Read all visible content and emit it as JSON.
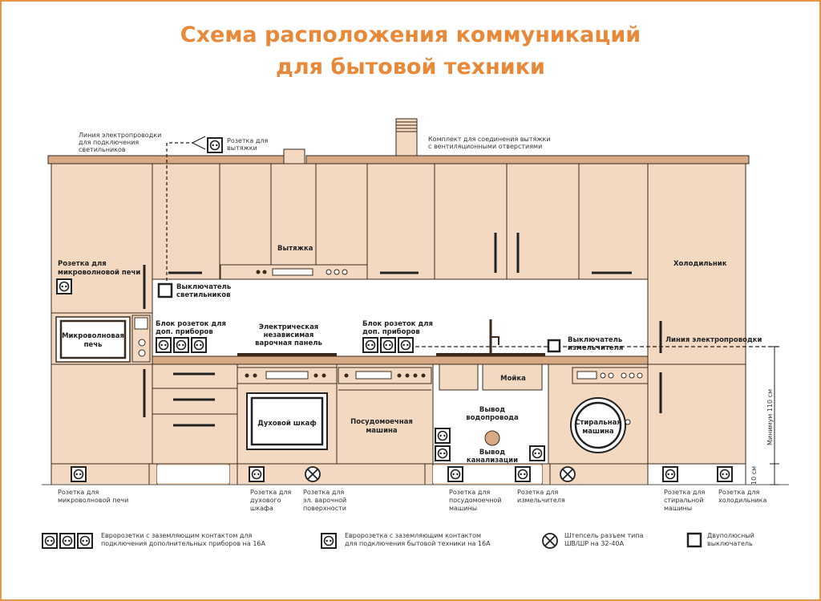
{
  "title": {
    "line1": "Схема расположения коммуникаций",
    "line2": "для бытовой техники"
  },
  "colors": {
    "cabinet": "#f4d9c2",
    "outline": "#3a2a1e",
    "accent": "#e8893a",
    "frame": "#e89545",
    "counter": "#d7a984"
  },
  "labels": {
    "wiring_lights": [
      "Линия электропроводки",
      "для подключения",
      "светильников"
    ],
    "hood_socket": [
      "Розетка для",
      "вытяжки"
    ],
    "vent_kit": [
      "Комплект для соединения вытяжки",
      "с вентиляционными отверстиями"
    ],
    "hood": "Вытяжка",
    "fridge": "Холодильник",
    "microwave_socket_top": [
      "Розетка для",
      "микроволновой печи"
    ],
    "light_switch": [
      "Выключатель",
      "светильников"
    ],
    "sockets_block_left": [
      "Блок розеток для",
      "доп. приборов"
    ],
    "hob": [
      "Электрическая",
      "независимая",
      "варочная панель"
    ],
    "sockets_block_right": [
      "Блок розеток для",
      "доп. приборов"
    ],
    "grinder_switch": [
      "Выключатель",
      "измельчителя"
    ],
    "wiring_line": "Линия электропроводки",
    "microwave": [
      "Микроволновая",
      "печь"
    ],
    "oven": "Духовой шкаф",
    "dishwasher": [
      "Посудомоечная",
      "машина"
    ],
    "sink": "Мойка",
    "water_outlet": [
      "Вывод",
      "водопровода"
    ],
    "sewer_outlet": [
      "Вывод",
      "канализации"
    ],
    "washer": [
      "Стиральная",
      "машина"
    ],
    "min_height": "Минимум 110 см",
    "ten_cm": "10 см"
  },
  "bottom_labels": [
    [
      "Розетка для",
      "микроволновой печи"
    ],
    [
      "Розетка для",
      "духового",
      "шкафа"
    ],
    [
      "Розетка для",
      "эл. варочной",
      "поверхности"
    ],
    [
      "Розетка для",
      "посудомоечной",
      "машины"
    ],
    [
      "Розетка для",
      "измельчителя"
    ],
    [
      "Розетка для",
      "стиральной",
      "машины"
    ],
    [
      "Розетка для",
      "холодильника"
    ]
  ],
  "legend": [
    {
      "icon": "triple-socket-icon",
      "text": [
        "Евророзетки с заземляющим контактом для",
        "подключения дополнительных приборов на 16А"
      ]
    },
    {
      "icon": "socket-icon",
      "text": [
        "Евророзетка с заземляющим контактом",
        "для подключения бытовой техники на 16А"
      ]
    },
    {
      "icon": "plug-icon",
      "text": [
        "Штепсель разъем типа",
        "ШВ/ШР на 32-40А"
      ]
    },
    {
      "icon": "switch-icon",
      "text": [
        "Двуполюсный",
        "выключатель"
      ]
    }
  ]
}
